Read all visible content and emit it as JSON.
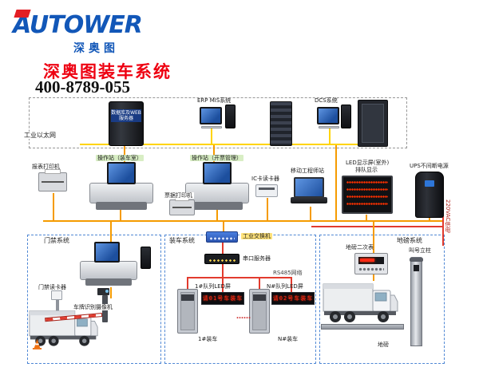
{
  "header": {
    "logo": "AUTOWER",
    "logo_sub": "深奥图",
    "title": "深奥图装车系统",
    "phone": "400-8789-055"
  },
  "top_section": {
    "network": "工业以太网",
    "db_server": "数据库及WEB服务器",
    "erp": "ERP MIS系统",
    "dcs": "DCS系统"
  },
  "middle_section": {
    "report_printer": "报表打印机",
    "op_loading": "操作站（装车室）",
    "op_ticket": "操作站（开票管理）",
    "ticket_printer": "票据打印机",
    "ic_reader": "IC卡读卡器",
    "mobile_station": "移动工程师站",
    "led_line1": "LED显示屏(室外)",
    "led_line2": "排队显示",
    "ups": "UPS不间断电源",
    "power": "220VAC供电"
  },
  "access_box": {
    "title": "门禁系统",
    "card_reader": "门禁读卡器",
    "camera": "车牌识别摄像机"
  },
  "loading_box": {
    "title": "装车系统",
    "switch": "工业交换机",
    "serial_server": "串口服务器",
    "rs485": "RS485网络",
    "led1_label": "1#队列LED屏",
    "ledn_label": "N#队列LED屏",
    "led1_text": "请01号车装车",
    "ledn_text": "请02号车装车",
    "bay1": "1#装车",
    "bayn": "N#装车",
    "more": "……"
  },
  "weigh_box": {
    "title": "地磅系统",
    "meter": "地磅二次表",
    "pillar": "叫号立柱",
    "scale": "地磅"
  }
}
